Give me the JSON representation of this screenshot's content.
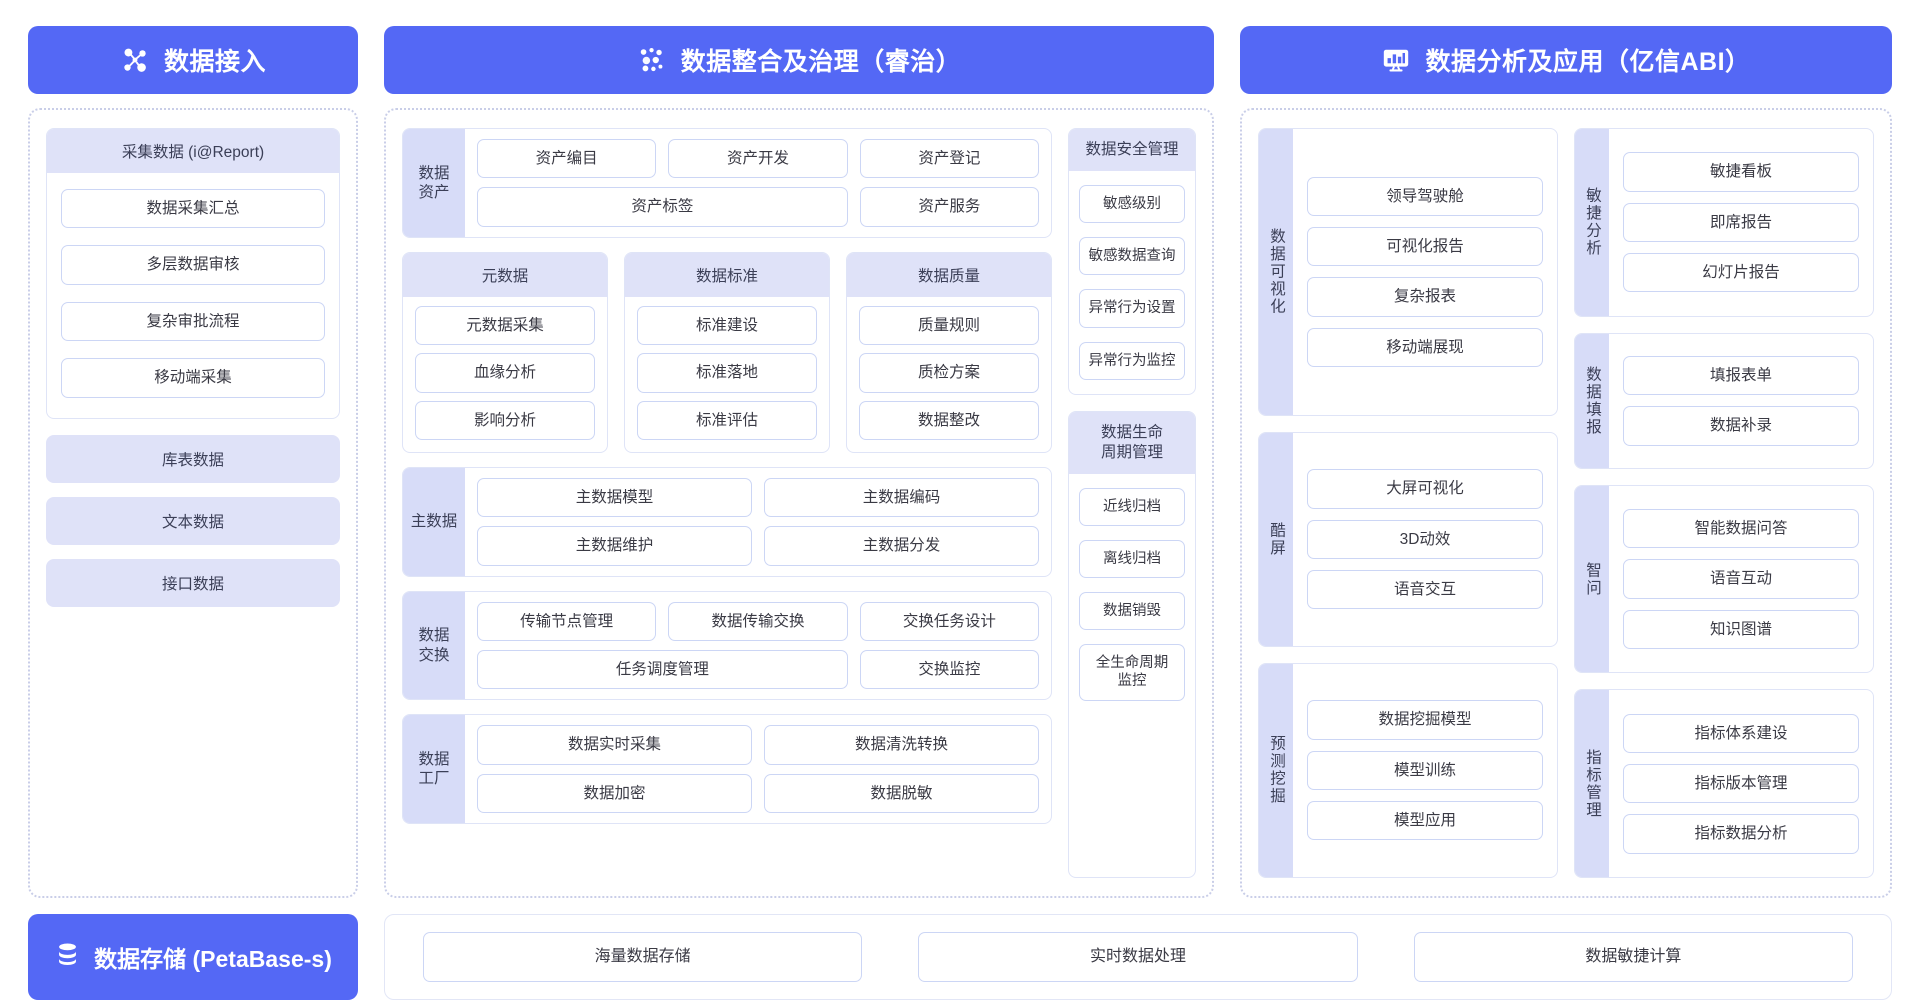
{
  "headers": [
    {
      "icon": "network-nodes-icon",
      "label": "数据接入"
    },
    {
      "icon": "data-dots-icon",
      "label": "数据整合及治理（睿治）"
    },
    {
      "icon": "monitor-chart-icon",
      "label": "数据分析及应用（亿信ABI）"
    }
  ],
  "access": {
    "card": {
      "title": "采集数据 (i@Report)",
      "items": [
        "数据采集汇总",
        "多层数据审核",
        "复杂审批流程",
        "移动端采集"
      ]
    },
    "bands": [
      "库表数据",
      "文本数据",
      "接口数据"
    ]
  },
  "governance": {
    "rows": [
      {
        "label": "数据\n资产",
        "items": [
          "资产编目",
          "资产开发",
          "资产登记",
          "资产标签",
          "资产服务"
        ]
      },
      {
        "label": "主数据",
        "items": [
          "主数据模型",
          "主数据编码",
          "主数据维护",
          "主数据分发"
        ]
      },
      {
        "label": "数据\n交换",
        "items": [
          "传输节点管理",
          "数据传输交换",
          "交换任务设计",
          "任务调度管理",
          "交换监控"
        ]
      },
      {
        "label": "数据\n工厂",
        "items": [
          "数据实时采集",
          "数据清洗转换",
          "数据加密",
          "数据脱敏"
        ]
      }
    ],
    "tri": [
      {
        "title": "元数据",
        "items": [
          "元数据采集",
          "血缘分析",
          "影响分析"
        ]
      },
      {
        "title": "数据标准",
        "items": [
          "标准建设",
          "标准落地",
          "标准评估"
        ]
      },
      {
        "title": "数据质量",
        "items": [
          "质量规则",
          "质检方案",
          "数据整改"
        ]
      }
    ],
    "side": [
      {
        "title": "数据安全管理",
        "items": [
          "敏感级别",
          "敏感数据查询",
          "异常行为设置",
          "异常行为监控"
        ]
      },
      {
        "title": "数据生命\n周期管理",
        "items": [
          "近线归档",
          "离线归档",
          "数据销毁",
          "全生命周期\n监控"
        ]
      }
    ]
  },
  "analytics": {
    "left": [
      {
        "label": "数据可视化",
        "items": [
          "领导驾驶舱",
          "可视化报告",
          "复杂报表",
          "移动端展现"
        ]
      },
      {
        "label": "酷屏",
        "items": [
          "大屏可视化",
          "3D动效",
          "语音交互"
        ]
      },
      {
        "label": "预测挖掘",
        "items": [
          "数据挖掘模型",
          "模型训练",
          "模型应用"
        ]
      }
    ],
    "right": [
      {
        "label": "敏捷分析",
        "items": [
          "敏捷看板",
          "即席报告",
          "幻灯片报告"
        ]
      },
      {
        "label": "数据填报",
        "items": [
          "填报表单",
          "数据补录"
        ]
      },
      {
        "label": "智问",
        "items": [
          "智能数据问答",
          "语音互动",
          "知识图谱"
        ]
      },
      {
        "label": "指标管理",
        "items": [
          "指标体系建设",
          "指标版本管理",
          "指标数据分析"
        ]
      }
    ]
  },
  "storage": {
    "icon": "database-stack-icon",
    "label": "数据存储 (PetaBase-s)",
    "items": [
      "海量数据存储",
      "实时数据处理",
      "数据敏捷计算"
    ]
  },
  "colors": {
    "brand": "#5468f5",
    "label_bg": "#d7dcf8",
    "title_bg": "#dfe2f8",
    "pill_border": "#ccd6f5",
    "dotted_border": "#c9cee8"
  }
}
